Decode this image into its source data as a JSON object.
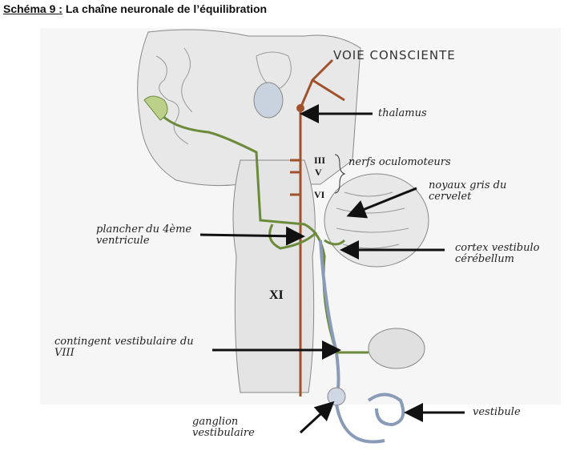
{
  "title": {
    "label": "Schéma 9 :",
    "text": " La chaîne neuronale de l’équilibration"
  },
  "labels": {
    "voie_consciente": "VOIE CONSCIENTE",
    "thalamus": "thalamus",
    "nerve_iii": "III",
    "nerve_v": "V",
    "nerve_vi": "VI",
    "nerfs_oculomoteurs": "nerfs oculomoteurs",
    "noyaux_gris": "noyaux gris du cervelet",
    "plancher": "plancher du 4ème ventricule",
    "cortex": "cortex vestibulo cérébellum",
    "nerve_xi": "XI",
    "contingent": "contingent vestibulaire du VIII",
    "ganglion": "ganglion vestibulaire",
    "vestibule": "vestibule"
  },
  "colors": {
    "green": "#6b8a3a",
    "brown": "#a0522d",
    "blue": "#8a9bb8",
    "tissue": "#e6e6e6"
  }
}
